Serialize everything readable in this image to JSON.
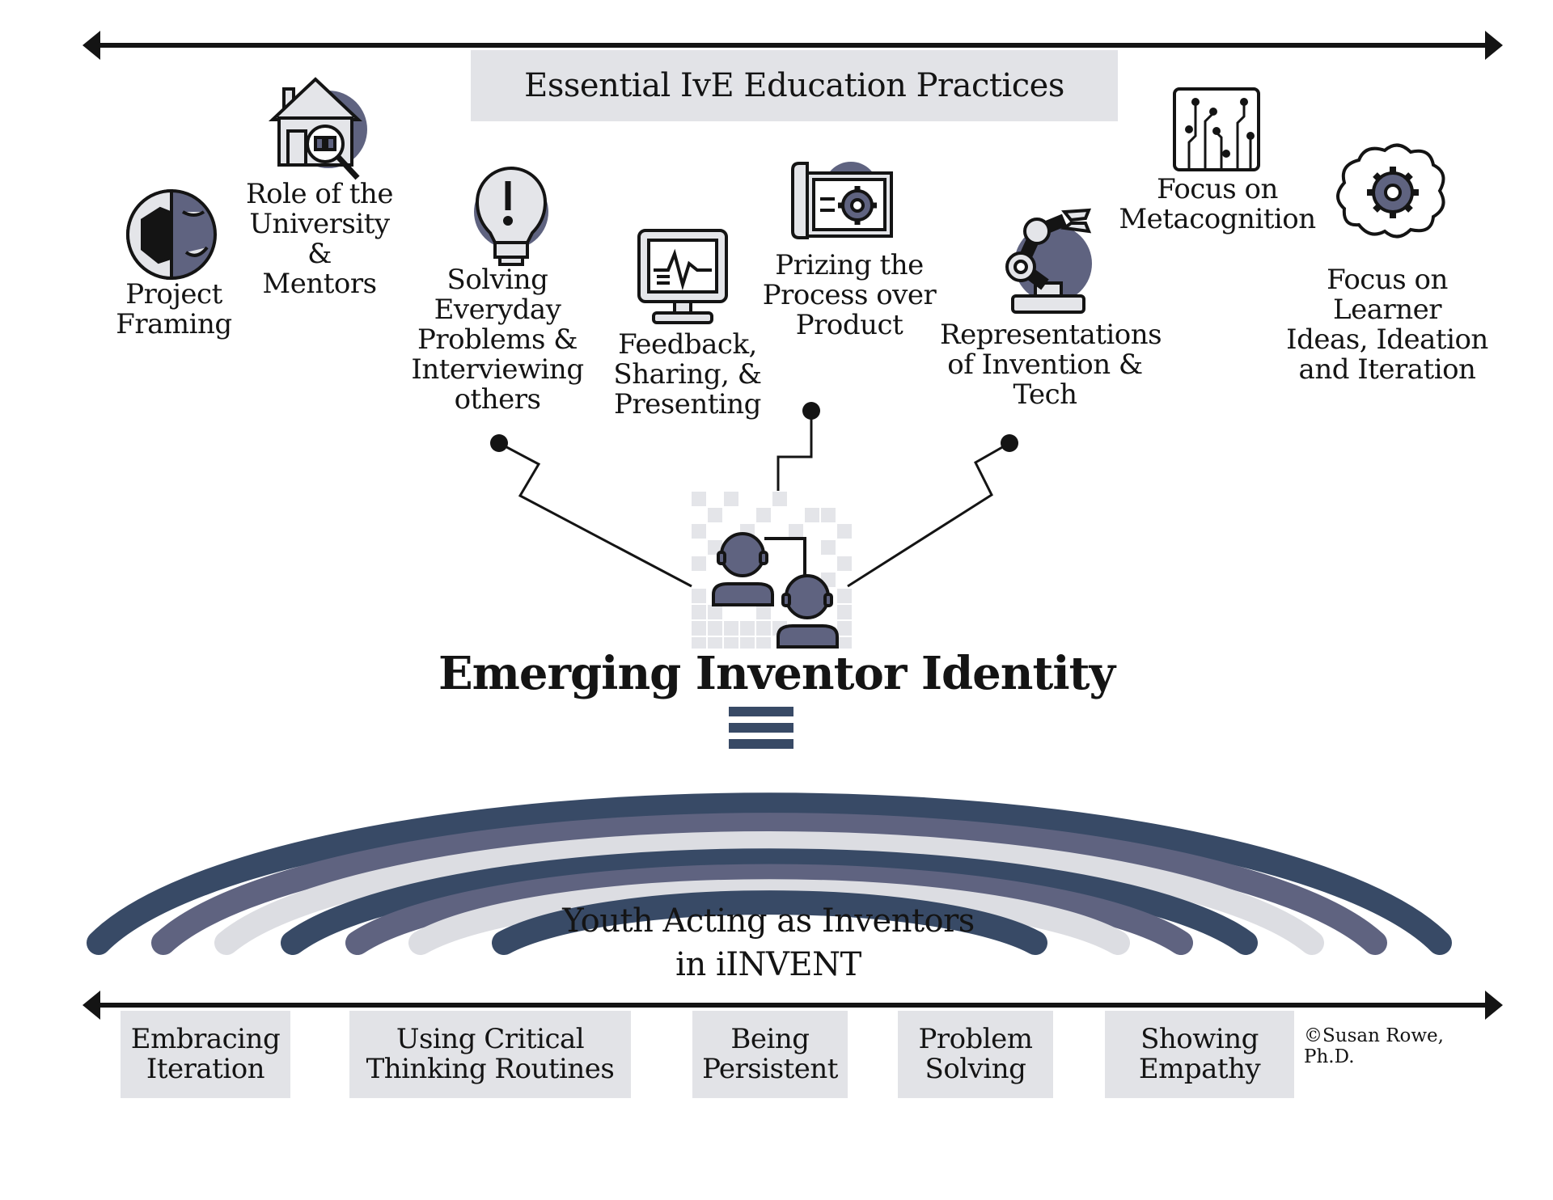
{
  "header": {
    "title": "Essential IvE Education Practices"
  },
  "practices": [
    {
      "label": "Project\nFraming",
      "icon": "globe-icon"
    },
    {
      "label": "Role of the\nUniversity &\nMentors",
      "icon": "house-search-icon"
    },
    {
      "label": "Solving Everyday\nProblems &\nInterviewing\nothers",
      "icon": "lightbulb-icon"
    },
    {
      "label": "Feedback,\nSharing, &\nPresenting",
      "icon": "monitor-icon"
    },
    {
      "label": "Prizing the\nProcess over\nProduct",
      "icon": "blueprint-gear-icon"
    },
    {
      "label": "Representations\nof Invention &\nTech",
      "icon": "robot-arm-icon"
    },
    {
      "label": "Focus on\nMetacognition",
      "icon": "circuit-board-icon"
    },
    {
      "label": "Focus on Learner\nIdeas, Ideation\nand Iteration",
      "icon": "brain-gear-icon"
    }
  ],
  "center": {
    "title": "Emerging Inventor Identity",
    "icon": "two-people-icon"
  },
  "arc": {
    "label": "Youth Acting as Inventors\nin iINVENT"
  },
  "behaviors": [
    "Embracing\nIteration",
    "Using Critical\nThinking Routines",
    "Being\nPersistent",
    "Problem\nSolving",
    "Showing\nEmpathy"
  ],
  "credit": "©Susan Rowe, Ph.D.",
  "colors": {
    "navy": "#384a66",
    "slate": "#5f6380",
    "light": "#dcdde2",
    "dark": "#141414"
  }
}
